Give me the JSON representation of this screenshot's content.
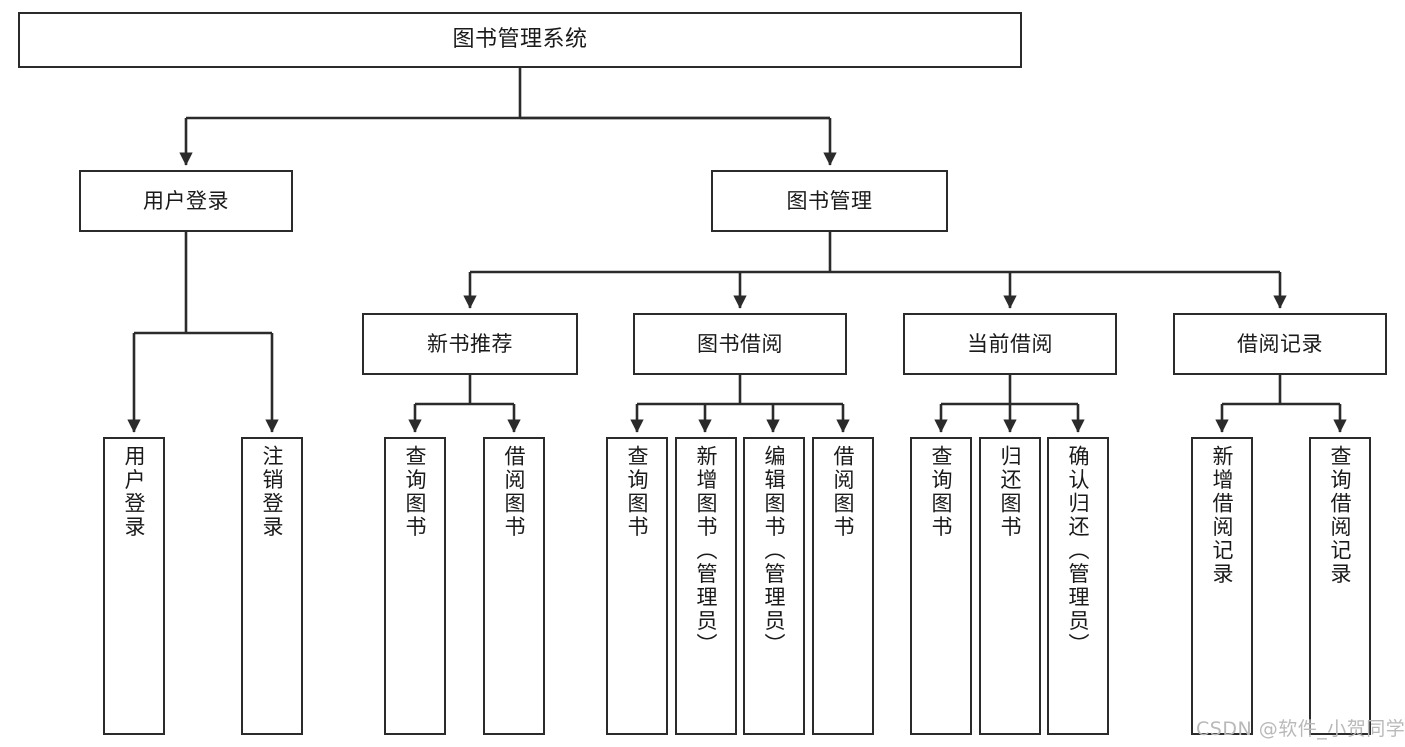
{
  "diagram": {
    "title": "图书管理系统",
    "type": "hierarchy-tree",
    "levels": 4,
    "colors": {
      "stroke": "#2b2b2b",
      "fill": "#ffffff",
      "text": "#1a1a1a",
      "watermark": "#b9b9b9"
    },
    "root": {
      "label": "图书管理系统"
    },
    "level2": [
      {
        "label": "用户登录"
      },
      {
        "label": "图书管理"
      }
    ],
    "level3": [
      {
        "label": "新书推荐"
      },
      {
        "label": "图书借阅"
      },
      {
        "label": "当前借阅"
      },
      {
        "label": "借阅记录"
      }
    ],
    "leaves": {
      "user_login": [
        {
          "label": "用户登录"
        },
        {
          "label": "注销登录"
        }
      ],
      "new_book_recommend": [
        {
          "label": "查询图书"
        },
        {
          "label": "借阅图书"
        }
      ],
      "book_borrow": [
        {
          "label": "查询图书"
        },
        {
          "label": "新增图书（管理员）"
        },
        {
          "label": "编辑图书（管理员）"
        },
        {
          "label": "借阅图书"
        }
      ],
      "current_borrow": [
        {
          "label": "查询图书"
        },
        {
          "label": "归还图书"
        },
        {
          "label": "确认归还（管理员）"
        }
      ],
      "borrow_record": [
        {
          "label": "新增借阅记录"
        },
        {
          "label": "查询借阅记录"
        }
      ]
    }
  },
  "watermark": {
    "text": "CSDN @软件_小贺同学"
  }
}
